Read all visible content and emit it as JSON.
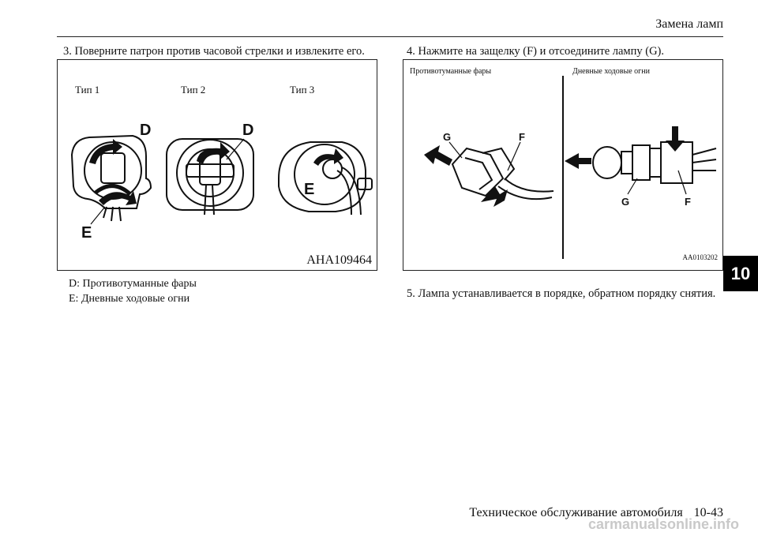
{
  "header": {
    "title": "Замена ламп"
  },
  "step3": {
    "text": "3. Поверните патрон против часовой стрелки и извлеките его.",
    "figure": {
      "types": [
        "Тип 1",
        "Тип 2",
        "Тип 3"
      ],
      "callouts": {
        "d": "D",
        "e": "E"
      },
      "code": "AHA109464"
    },
    "legend": [
      {
        "key": "D:",
        "text": "Противотуманные фары"
      },
      {
        "key": "E:",
        "text": "Дневные ходовые огни"
      }
    ]
  },
  "step4": {
    "text": "4. Нажмите на защелку (F) и отсоедините лампу (G).",
    "figure": {
      "left_title": "Противотуманные фары",
      "right_title": "Дневные ходовые огни",
      "callouts": {
        "f": "F",
        "g": "G"
      },
      "code": "AA0103202"
    }
  },
  "step5": {
    "text": "5. Лампа устанавливается в порядке, обратном порядку снятия."
  },
  "section_tab": "10",
  "footer": {
    "text": "Техническое обслуживание автомобиля",
    "page": "10-43"
  },
  "watermark": "carmanualsonline.info"
}
